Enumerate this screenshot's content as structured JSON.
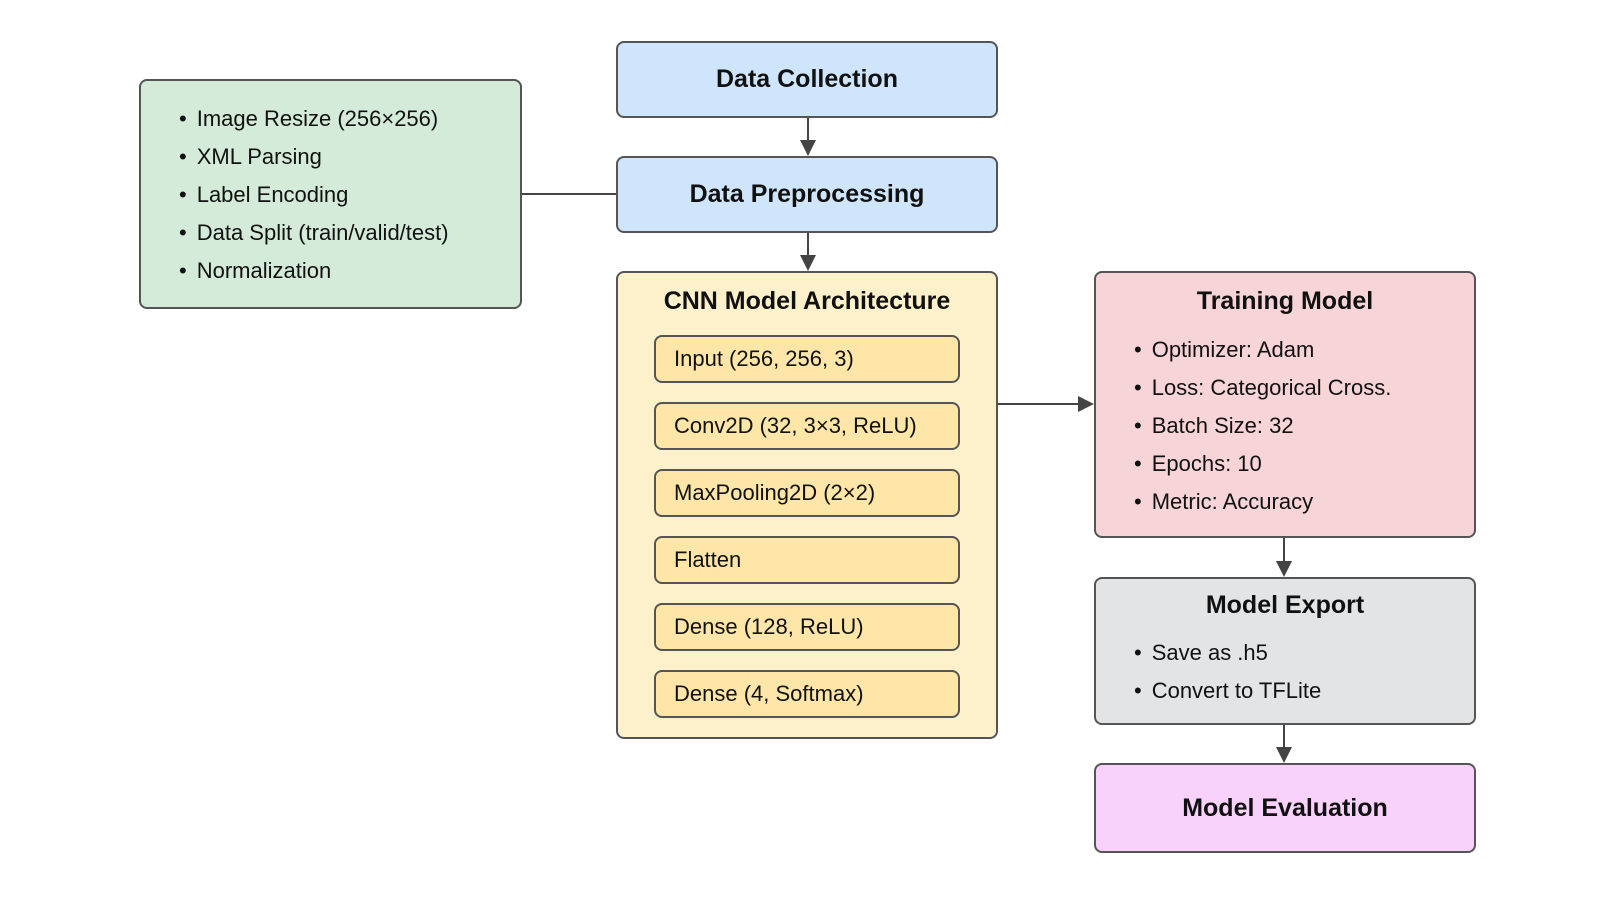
{
  "nodes": {
    "data_collection": {
      "title": "Data Collection"
    },
    "data_preprocessing": {
      "title": "Data Preprocessing",
      "details": [
        "Image Resize (256×256)",
        "XML Parsing",
        "Label Encoding",
        "Data Split (train/valid/test)",
        "Normalization"
      ]
    },
    "cnn": {
      "title": "CNN Model Architecture",
      "layers": [
        "Input (256, 256, 3)",
        "Conv2D (32, 3×3, ReLU)",
        "MaxPooling2D (2×2)",
        "Flatten",
        "Dense (128, ReLU)",
        "Dense (4, Softmax)"
      ]
    },
    "training": {
      "title": "Training Model",
      "items": [
        "Optimizer: Adam",
        "Loss: Categorical Cross.",
        "Batch Size: 32",
        "Epochs: 10",
        "Metric: Accuracy"
      ]
    },
    "export": {
      "title": "Model Export",
      "items": [
        "Save as .h5",
        "Convert to TFLite"
      ]
    },
    "evaluation": {
      "title": "Model Evaluation"
    }
  },
  "colors": {
    "collection": "#cfe5fb",
    "preprocessing_details": "#d4ebd9",
    "cnn": "#fdf1cc",
    "layer": "#fde6a8",
    "training": "#f7d4d8",
    "export": "#e3e4e6",
    "evaluation": "#f8d2fb",
    "border": "#555555"
  }
}
